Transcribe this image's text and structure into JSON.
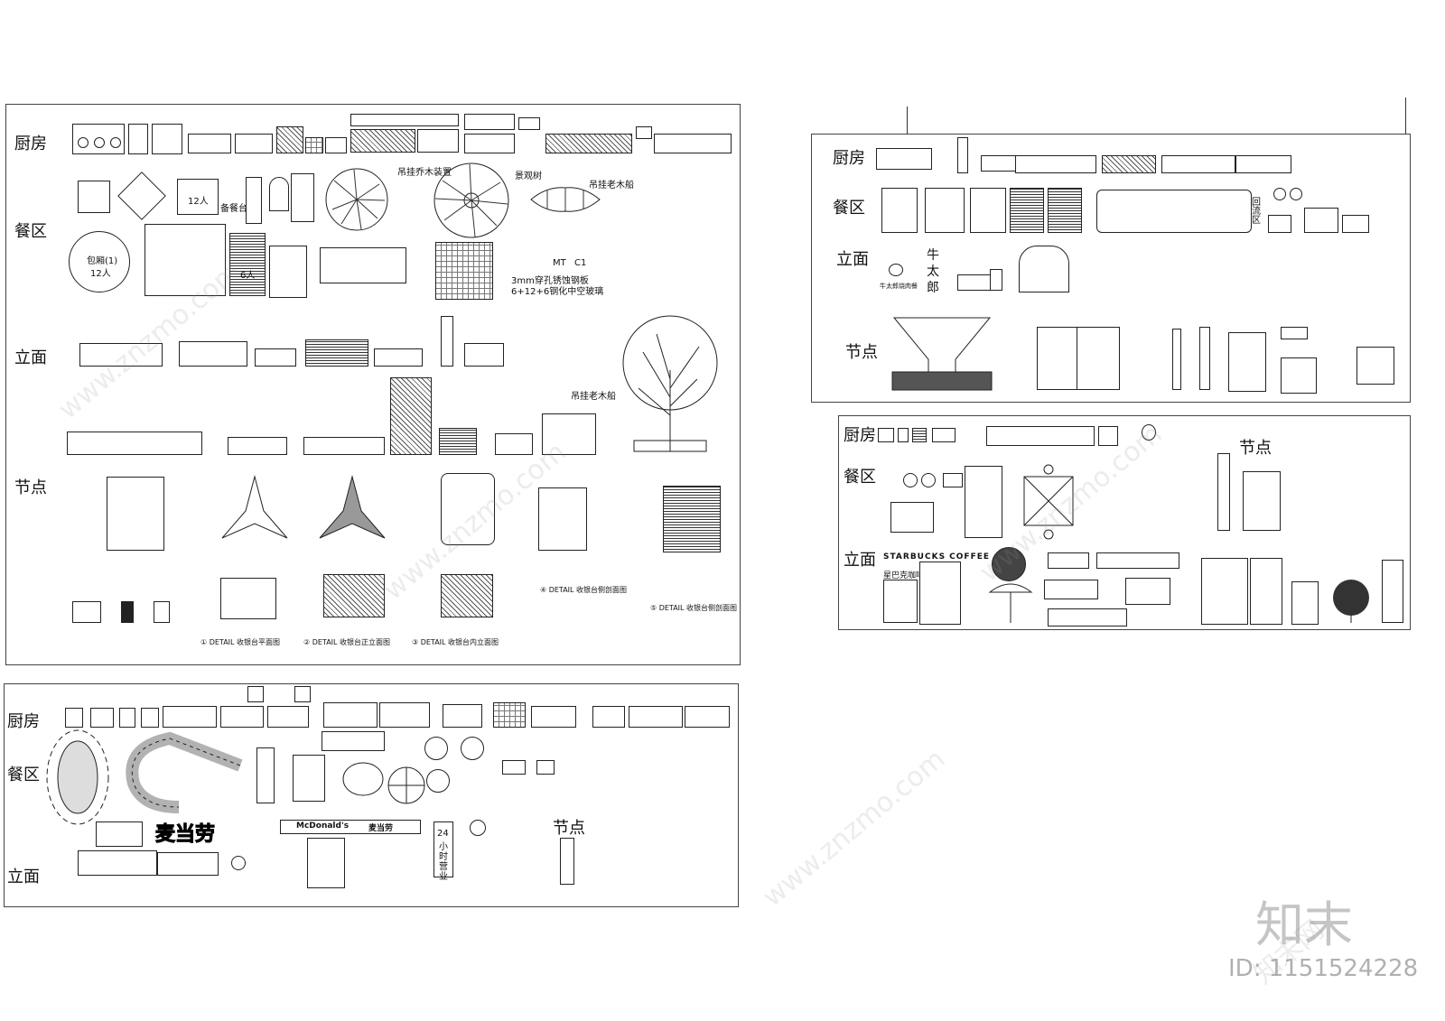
{
  "sheet1": {
    "labels": {
      "kitchen": "厨房",
      "dining": "餐区",
      "elevation": "立面",
      "node": "节点"
    },
    "annotations": {
      "art_device": "吊挂乔木装置",
      "landscape_tree": "景观树",
      "old_boat": "吊挂老木船",
      "private_room_line1": "包厢(1)",
      "private_room_line2": "12人",
      "twelve": "12人",
      "six": "6人",
      "service_station": "备餐台",
      "mt_code": "MT",
      "c1_code": "C1",
      "panel_line1": "3mm穿孔锈蚀钢板",
      "panel_line2": "6+12+6钢化中空玻璃",
      "old_boat_2": "吊挂老木船",
      "detail_1": "① DETAIL  收银台平面图",
      "detail_2": "② DETAIL  收银台正立面图",
      "detail_3": "③ DETAIL  收银台内立面图",
      "detail_4": "④ DETAIL  收银台侧剖面图",
      "detail_5": "⑤ DETAIL  收银台侧剖面图"
    }
  },
  "sheet2": {
    "labels": {
      "kitchen": "厨房",
      "dining": "餐区",
      "elevation": "立面",
      "node": "节点"
    },
    "annotations": {
      "brand_line1": "牛",
      "brand_line2": "太",
      "brand_line3": "郎",
      "brand_sub": "牛太郎烧肉餐",
      "queue": "回\n流\n区"
    }
  },
  "sheet3": {
    "labels": {
      "kitchen": "厨房",
      "dining": "餐区",
      "elevation": "立面",
      "node": "节点"
    },
    "annotations": {
      "starbucks": "STARBUCKS COFFEE",
      "shop_sign": "星巴克咖啡"
    }
  },
  "sheet4": {
    "labels": {
      "kitchen": "厨房",
      "dining": "餐区",
      "elevation": "立面",
      "node": "节点"
    },
    "annotations": {
      "mcd_cn": "麦当劳",
      "mcd_en": "McDonald's",
      "mcd_cn_small": "麦当劳",
      "hours_line1": "24",
      "hours_line2": "小",
      "hours_line3": "时",
      "hours_line4": "营",
      "hours_line5": "业"
    }
  },
  "watermark": {
    "site": "www.znzmo.com",
    "brand": "知末网"
  },
  "footer": {
    "logo": "知末",
    "id_text": "ID: 1151524228"
  }
}
